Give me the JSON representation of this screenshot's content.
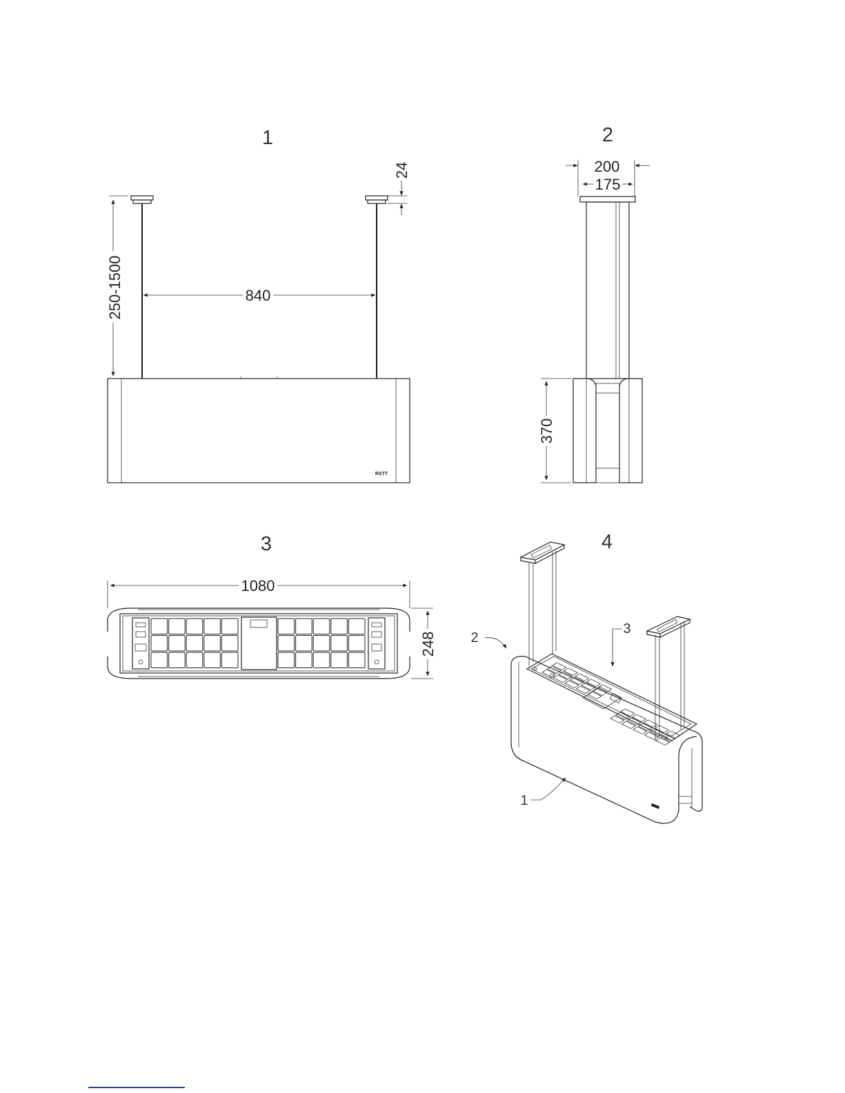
{
  "views": {
    "v1": {
      "label": "1"
    },
    "v2": {
      "label": "2"
    },
    "v3": {
      "label": "3"
    },
    "v4": {
      "label": "4"
    }
  },
  "dimensions": {
    "suspension_height": "250-1500",
    "mount_thickness": "24",
    "rod_spacing": "840",
    "plate_width_outer": "200",
    "plate_width_inner": "175",
    "body_height": "370",
    "overall_length": "1080",
    "overall_depth": "248"
  },
  "callouts": {
    "c1": "1",
    "c2": "2",
    "c3": "3"
  },
  "brand_mark": "RSTT"
}
